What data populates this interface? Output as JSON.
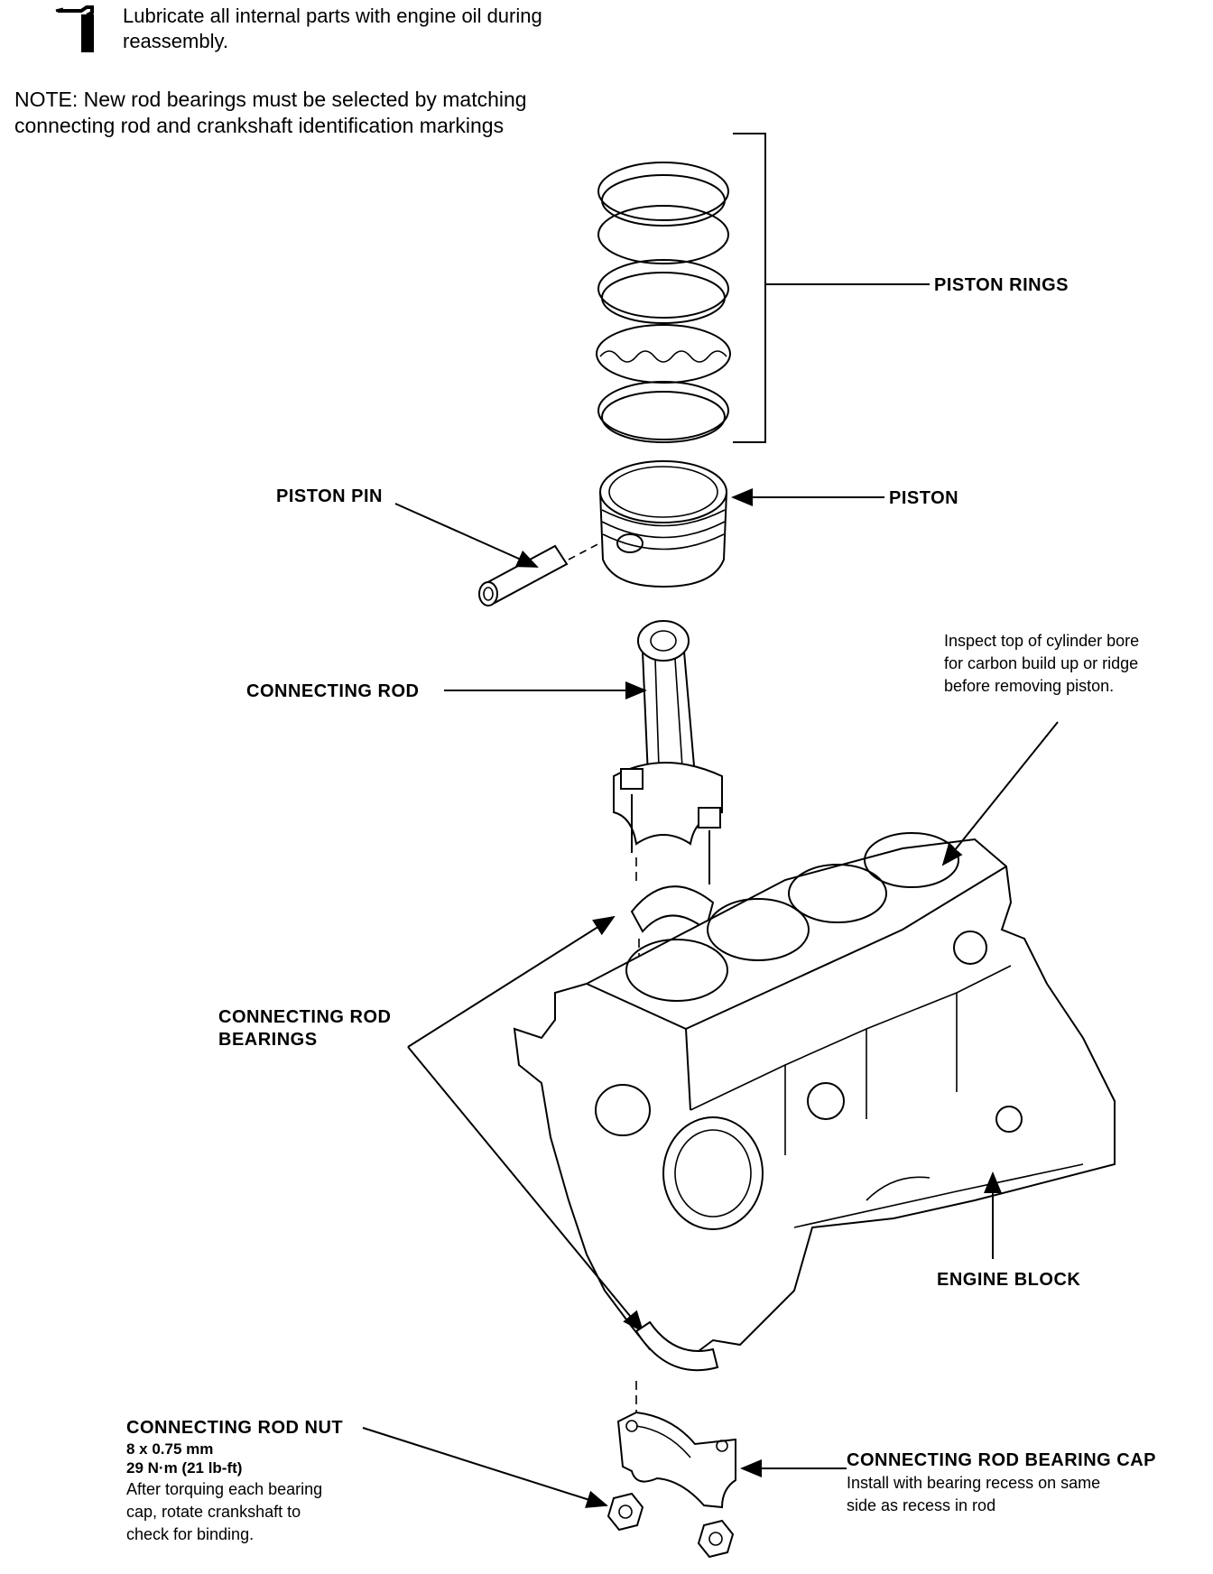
{
  "lubricate_note": {
    "icon": "oil-can-icon",
    "lines": [
      "Lubricate all internal parts with engine oil during",
      "reassembly."
    ]
  },
  "selection_note": {
    "lines": [
      "NOTE:  New rod bearings must be selected by matching",
      "connecting rod and crankshaft identification markings"
    ]
  },
  "labels": {
    "piston_rings": "PISTON RINGS",
    "piston_pin": "PISTON PIN",
    "piston": "PISTON",
    "connecting_rod": "CONNECTING ROD",
    "bearings_line1": "CONNECTING ROD",
    "bearings_line2": "BEARINGS",
    "engine_block": "ENGINE BLOCK",
    "rod_nut": "CONNECTING ROD NUT",
    "bearing_cap": "CONNECTING ROD BEARING CAP"
  },
  "inspect_note": {
    "lines": [
      "Inspect top of cylinder bore",
      "for carbon build up or ridge",
      "before removing piston."
    ]
  },
  "rod_nut_spec": {
    "size": "8 x 0.75 mm",
    "torque": "29 N·m (21 lb-ft)",
    "instructions": [
      "After torquing each bearing",
      "cap, rotate crankshaft to",
      "check for binding."
    ]
  },
  "bearing_cap_note": {
    "lines": [
      "Install with bearing recess on same",
      "side as recess in rod"
    ]
  }
}
